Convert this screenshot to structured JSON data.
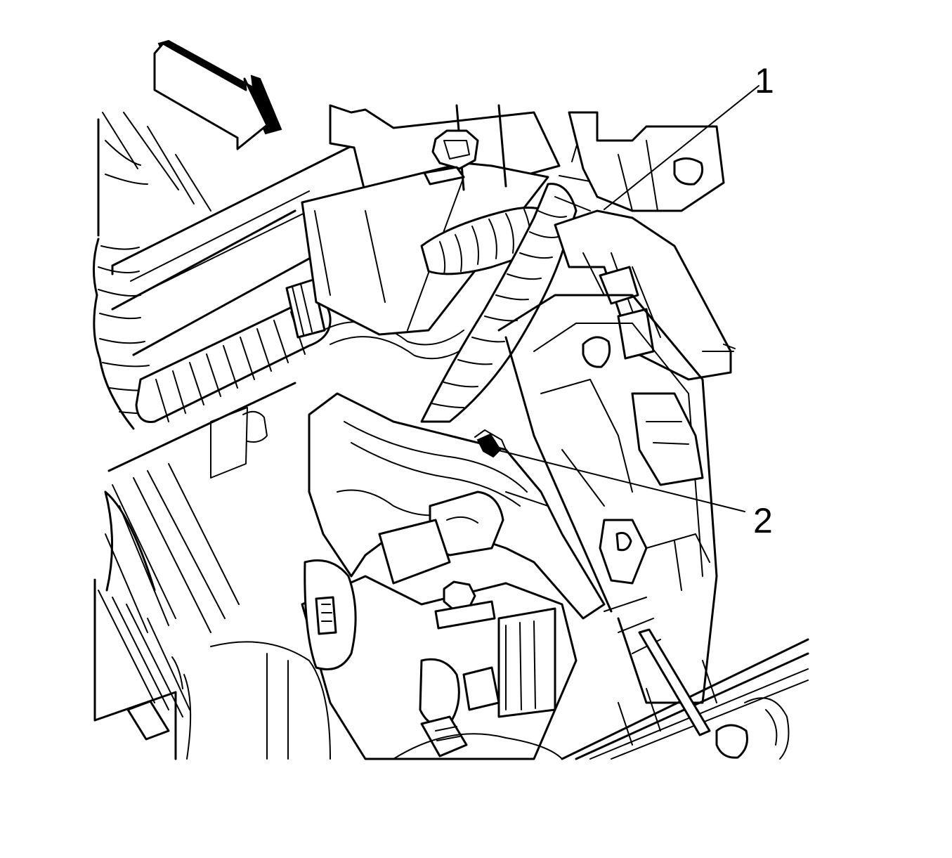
{
  "callouts": [
    {
      "id": "1",
      "label": "1"
    },
    {
      "id": "2",
      "label": "2"
    }
  ],
  "icons": {
    "direction_arrow": "view-direction-arrow-icon"
  },
  "colors": {
    "line": "#000000",
    "background": "#ffffff"
  }
}
